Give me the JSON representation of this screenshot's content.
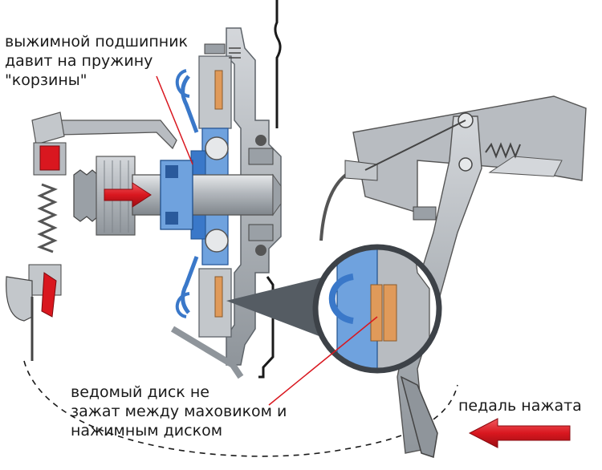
{
  "labels": {
    "release_bearing": [
      "выжимной подшипник",
      "давит на пружину",
      "\"корзины\""
    ],
    "driven_disc": [
      "ведомый диск не",
      "зажат между маховиком и",
      "нажимным диском"
    ],
    "pedal": [
      "педаль нажата"
    ]
  },
  "colors": {
    "housing": "#b4b8bd",
    "housing_dark": "#7e848a",
    "shaft": "#a6abb1",
    "spring_blue": "#3a78c9",
    "spring_light": "#6fa2de",
    "friction_lining": "#e09a5a",
    "arrow_red": "#d9171f",
    "line_red": "#d9171f",
    "outline": "#1a1a1a"
  }
}
